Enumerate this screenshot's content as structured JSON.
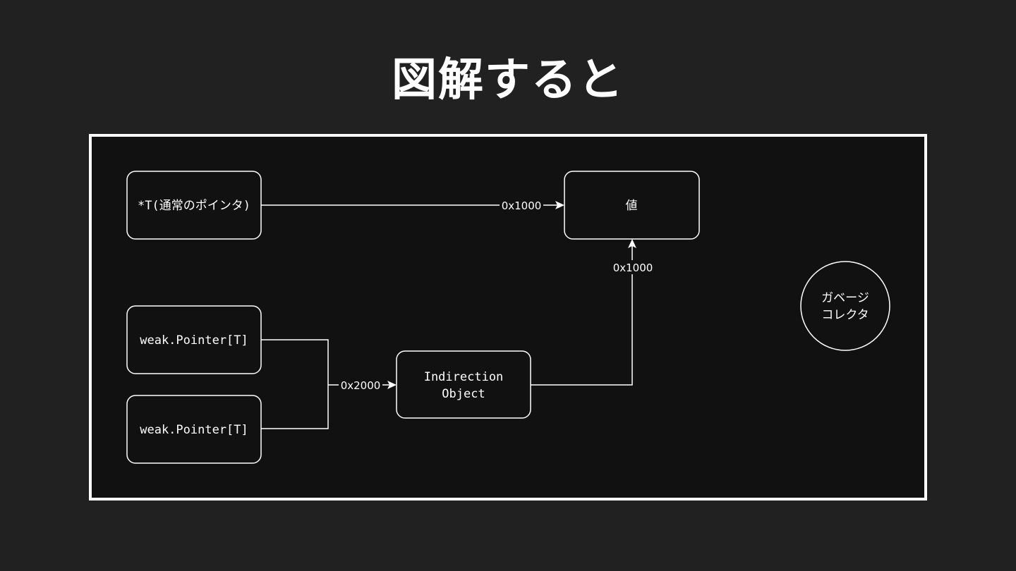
{
  "title": "図解すると",
  "nodes": {
    "pointer": {
      "label": "*T(通常のポインタ)"
    },
    "value": {
      "label": "値"
    },
    "weak1": {
      "label": "weak.Pointer[T]"
    },
    "weak2": {
      "label": "weak.Pointer[T]"
    },
    "indirection": {
      "line1": "Indirection",
      "line2": "Object"
    },
    "gc": {
      "line1": "ガベージ",
      "line2": "コレクタ"
    }
  },
  "edges": {
    "pointer_to_value": "0x1000",
    "indirection_to_value": "0x1000",
    "weak_to_indirection": "0x2000"
  }
}
